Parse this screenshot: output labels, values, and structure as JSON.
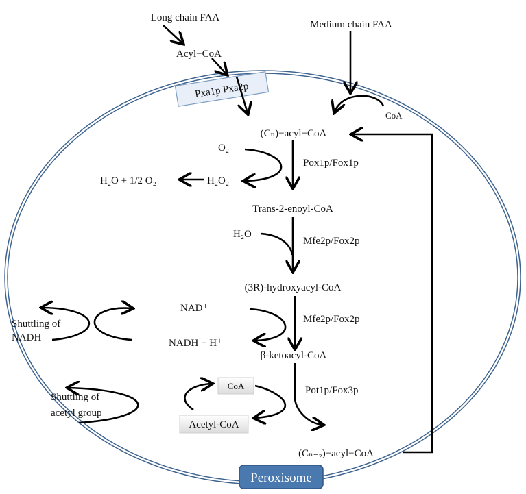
{
  "inputs": {
    "long_chain": "Long chain FAA",
    "acyl_coa": "Acyl−CoA",
    "transporter": "Pxa1p Pxa2p",
    "medium_chain": "Medium chain FAA",
    "coa_activation": "CoA"
  },
  "pathway": {
    "cn_acyl_coa": "(Cₙ)−acyl−CoA",
    "o2": "O₂",
    "h2o2": "H₂O₂",
    "h2o_half_o2": "H₂O + 1/2 O₂",
    "enzyme1": "Pox1p/Fox1p",
    "trans_enoyl": "Trans-2-enoyl-CoA",
    "h2o": "H₂O",
    "enzyme2": "Mfe2p/Fox2p",
    "hydroxyacyl": "(3R)-hydroxyacyl-CoA",
    "nad": "NAD⁺",
    "nadh": "NADH + H⁺",
    "enzyme3": "Mfe2p/Fox2p",
    "ketoacyl": "β-ketoacyl-CoA",
    "enzyme4": "Pot1p/Fox3p",
    "coa": "CoA",
    "acetyl_coa": "Acetyl-CoA",
    "cn2_acyl_coa": "(Cₙ₋₂)−acyl−CoA"
  },
  "shuttles": {
    "nadh_line1": "Shuttling of",
    "nadh_line2": "NADH",
    "acetyl_line1": "Shuttling of",
    "acetyl_line2": "acetyl group"
  },
  "organelle_label": "Peroxisome",
  "colors": {
    "membrane": "#3d638f",
    "label_box": "#4a79b0",
    "transporter_box": "#e6eef7"
  }
}
